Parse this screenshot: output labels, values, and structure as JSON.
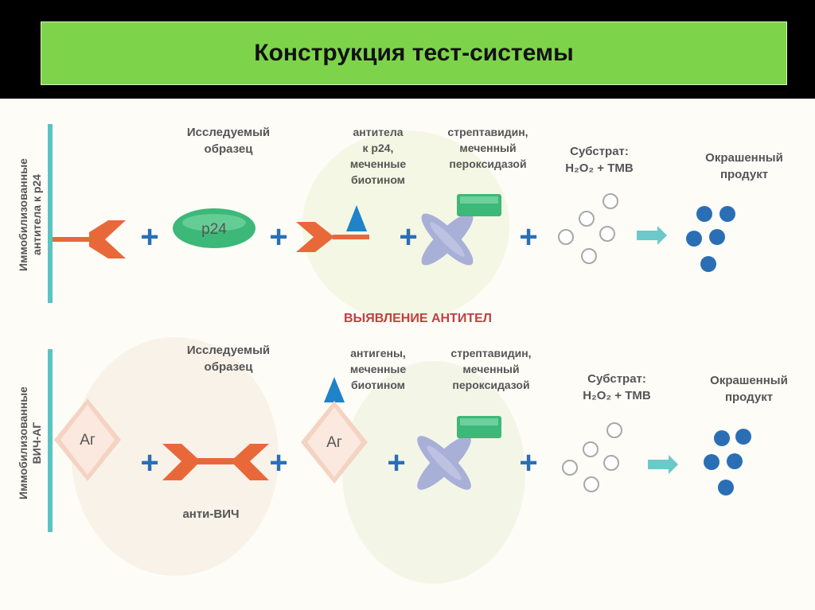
{
  "title": "Конструкция тест-системы",
  "section_title": "ВЫЯВЛЕНИЕ АНТИТЕЛ",
  "colors": {
    "title_bg": "#7dd44a",
    "vertical_bar": "#5ac3c3",
    "antibody": "#e8683a",
    "biotin": "#1e83c8",
    "peroxidase": "#3cb878",
    "streptavidin": "#a8b0d8",
    "dark_dot": "#2a6fb5",
    "arrow": "#6cc9c9",
    "plus": "#2a6fb5"
  },
  "row1": {
    "side_label_line1": "Иммобилизованные",
    "side_label_line2": "антитела к р24",
    "sample_label_line1": "Исследуемый",
    "sample_label_line2": "образец",
    "p24_text": "р24",
    "antibody_label_lines": [
      "антитела",
      "к р24,",
      "меченные",
      "биотином"
    ],
    "streptavidin_label_lines": [
      "стрептавидин,",
      "меченный",
      "пероксидазой"
    ],
    "substrate_label_line1": "Субстрат:",
    "substrate_formula": "H₂O₂ + ТМВ",
    "product_label_line1": "Окрашенный",
    "product_label_line2": "продукт",
    "plus": "+"
  },
  "row2": {
    "side_label_line1": "Иммобилизованные",
    "side_label_line2": "ВИЧ-АГ",
    "ag_text": "Аг",
    "sample_label_line1": "Исследуемый",
    "sample_label_line2": "образец",
    "anti_hiv_label": "анти-ВИЧ",
    "antigen_label_lines": [
      "антигены,",
      "меченные",
      "биотином"
    ],
    "ag_biotin_text": "Аг",
    "streptavidin_label_lines": [
      "стрептавидин,",
      "меченный",
      "пероксидазой"
    ],
    "substrate_label_line1": "Субстрат:",
    "substrate_formula": "H₂O₂ + ТМВ",
    "product_label_line1": "Окрашенный",
    "product_label_line2": "продукт",
    "plus": "+"
  }
}
